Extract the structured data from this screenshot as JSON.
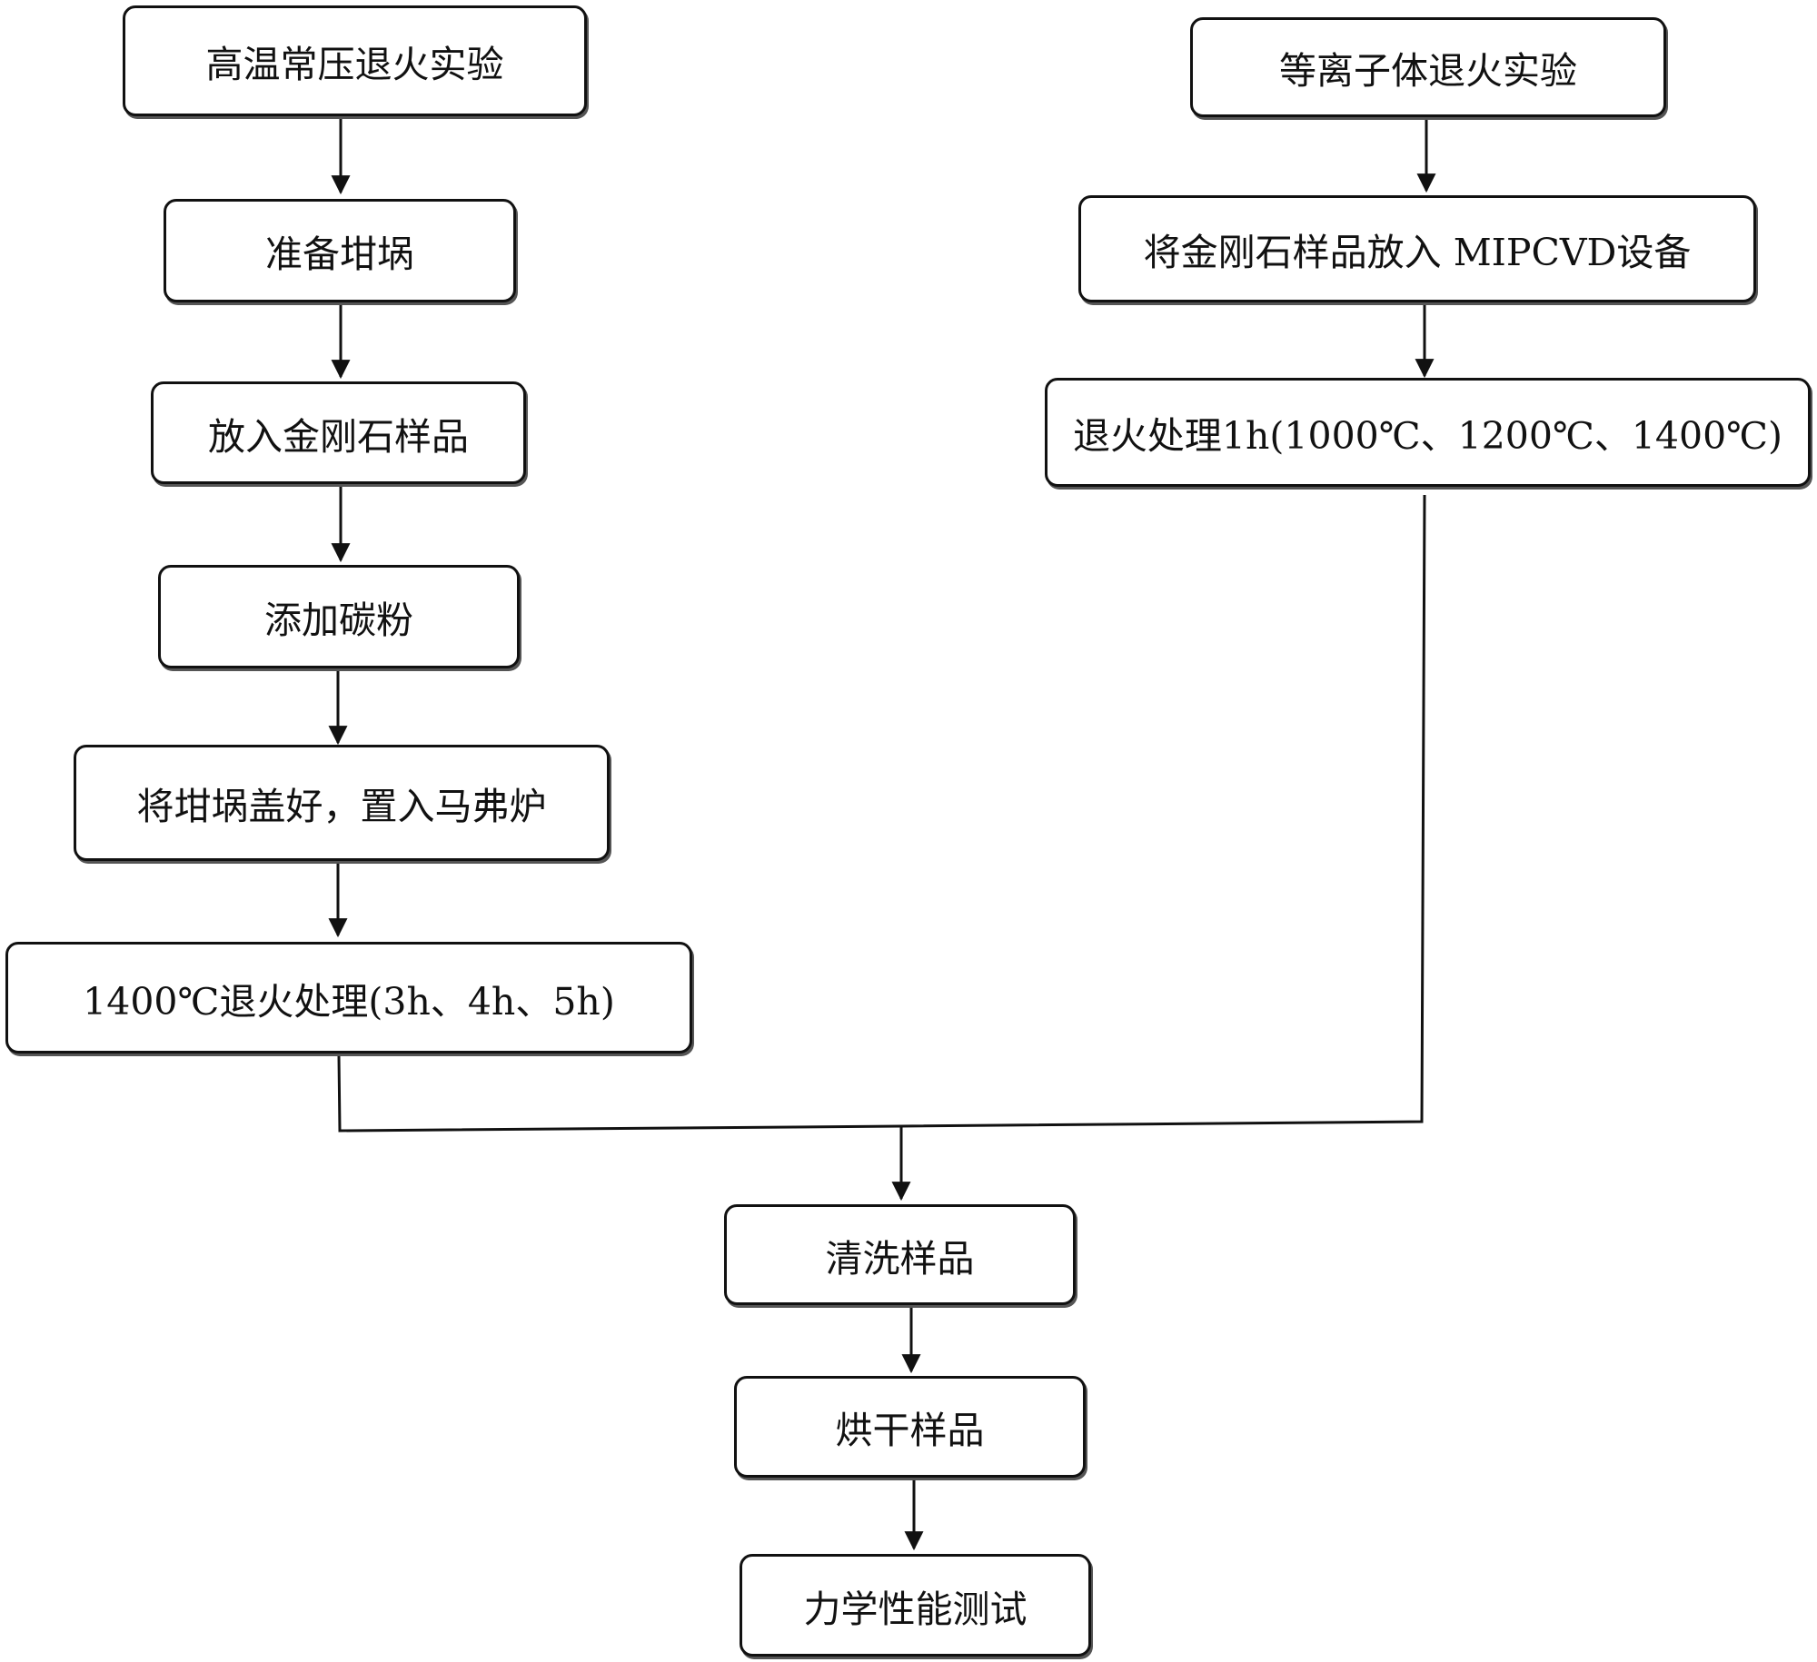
{
  "left_branch": {
    "title": "高温常压退火实验",
    "step_1": "准备坩埚",
    "step_2": "放入金刚石样品",
    "step_3": "添加碳粉",
    "step_4": "将坩埚盖好，置入马弗炉",
    "step_5": "1400℃退火处理(3h、4h、5h)"
  },
  "right_branch": {
    "title": "等离子体退火实验",
    "step_1": "将金刚石样品放入 MIPCVD设备",
    "step_2": "退火处理1h(1000℃、1200℃、1400℃)"
  },
  "merged": {
    "step_1": "清洗样品",
    "step_2": "烘干样品",
    "step_3": "力学性能测试"
  },
  "colors": {
    "line": "#111111",
    "box_border": "#111111",
    "background": "#ffffff"
  }
}
